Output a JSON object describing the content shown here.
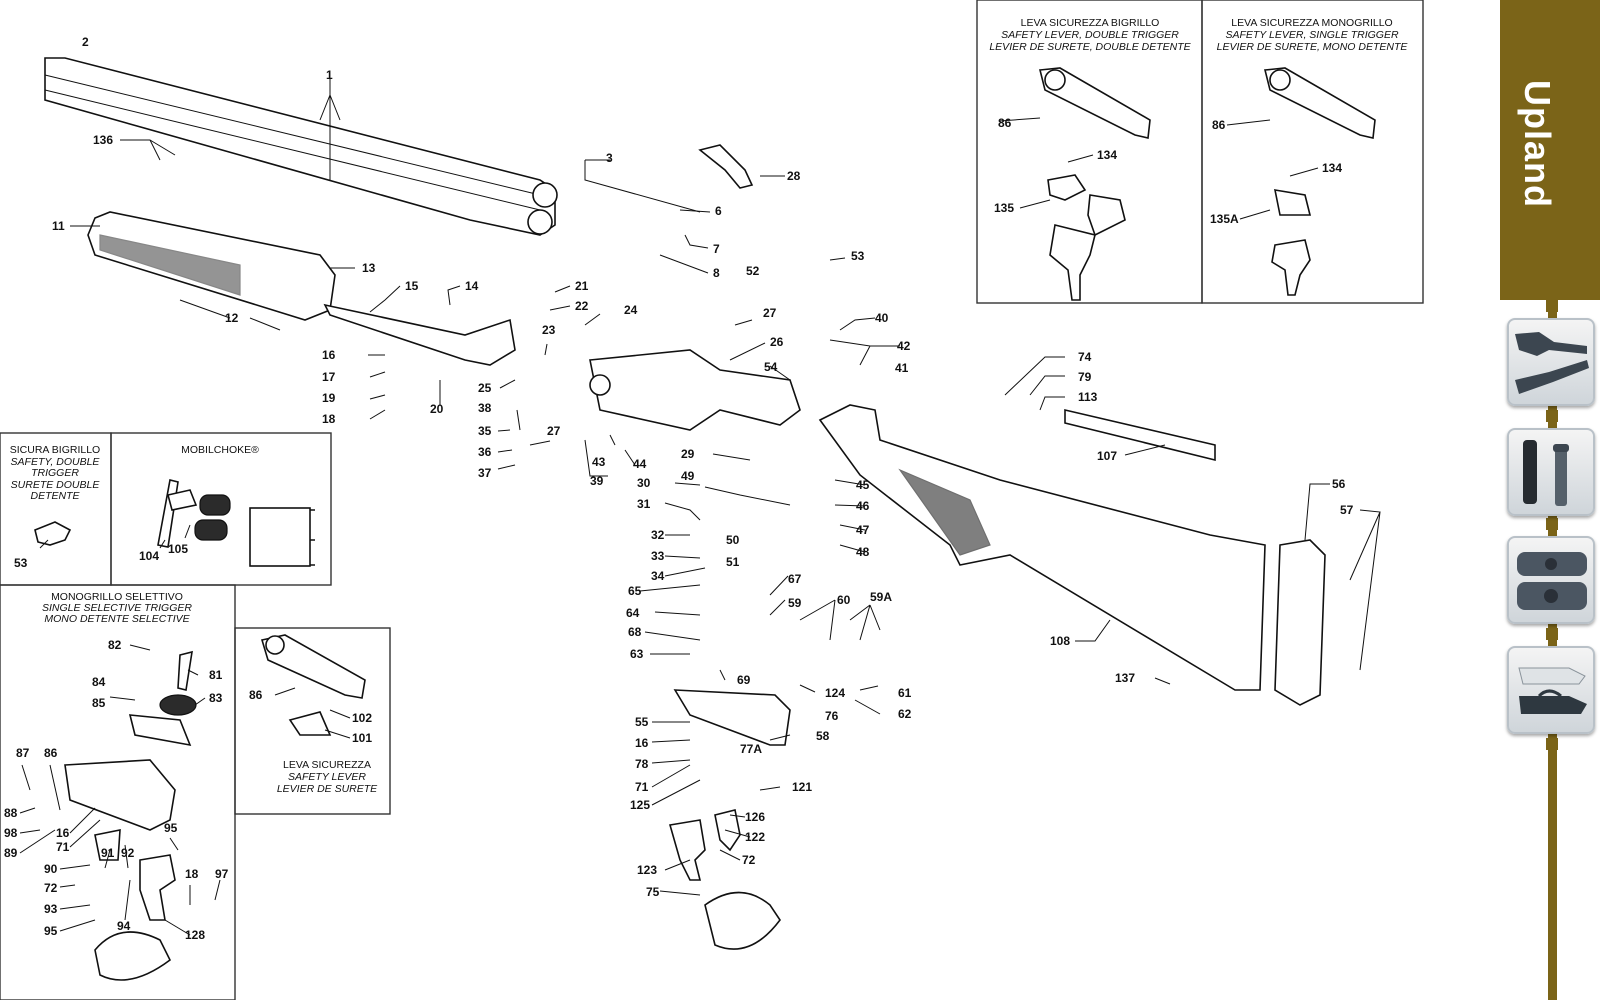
{
  "sidebar": {
    "title": "Upland",
    "accent_color": "#7b6418",
    "thumbnails": [
      {
        "icon": "stock-and-barrel-icon"
      },
      {
        "icon": "choke-tubes-icon"
      },
      {
        "icon": "gun-case-icon"
      },
      {
        "icon": "soft-gun-case-icon"
      }
    ]
  },
  "insets": {
    "safety_double": {
      "line1": "LEVA SICUREZZA BIGRILLO",
      "line2": "SAFETY LEVER, DOUBLE TRIGGER",
      "line3": "LEVIER DE SURETE, DOUBLE DETENTE"
    },
    "safety_single": {
      "line1": "LEVA SICUREZZA MONOGRILLO",
      "line2": "SAFETY LEVER, SINGLE TRIGGER",
      "line3": "LEVIER DE SURETE, MONO DETENTE"
    },
    "sicura": {
      "line1": "SICURA BIGRILLO",
      "line2": "SAFETY, DOUBLE",
      "line3": "TRIGGER",
      "line4": "SURETE DOUBLE",
      "line5": "DETENTE"
    },
    "mobilchoke": {
      "line1": "MOBILCHOKE®"
    },
    "monogrillo": {
      "line1": "MONOGRILLO SELETTIVO",
      "line2": "SINGLE SELECTIVE TRIGGER",
      "line3": "MONO DETENTE SELECTIVE"
    },
    "leva": {
      "line1": "LEVA SICUREZZA",
      "line2": "SAFETY LEVER",
      "line3": "LEVIER DE SURETE"
    }
  },
  "callouts": {
    "c1": "1",
    "c2": "2",
    "c3": "3",
    "c6": "6",
    "c7": "7",
    "c8": "8",
    "c11": "11",
    "c12": "12",
    "c13": "13",
    "c14": "14",
    "c15": "15",
    "c16": "16",
    "c17": "17",
    "c18": "18",
    "c19": "19",
    "c20": "20",
    "c21": "21",
    "c22": "22",
    "c23": "23",
    "c24": "24",
    "c25": "25",
    "c26": "26",
    "c27a": "27",
    "c27b": "27",
    "c28": "28",
    "c29": "29",
    "c30": "30",
    "c31": "31",
    "c32": "32",
    "c33": "33",
    "c34": "34",
    "c35": "35",
    "c36": "36",
    "c37": "37",
    "c38": "38",
    "c39": "39",
    "c40": "40",
    "c41": "41",
    "c42": "42",
    "c43": "43",
    "c44": "44",
    "c45": "45",
    "c46": "46",
    "c47": "47",
    "c48": "48",
    "c49": "49",
    "c50": "50",
    "c51": "51",
    "c52": "52",
    "c53": "53",
    "c54": "54",
    "c55": "55",
    "c56": "56",
    "c57": "57",
    "c58": "58",
    "c59": "59",
    "c59a": "59A",
    "c60": "60",
    "c61": "61",
    "c62": "62",
    "c63": "63",
    "c64": "64",
    "c65": "65",
    "c67": "67",
    "c68": "68",
    "c69": "69",
    "c71": "71",
    "c72": "72",
    "c74": "74",
    "c75": "75",
    "c76": "76",
    "c77a": "77A",
    "c78": "78",
    "c79": "79",
    "c107": "107",
    "c108": "108",
    "c113": "113",
    "c121": "121",
    "c122": "122",
    "c123": "123",
    "c124": "124",
    "c125": "125",
    "c126": "126",
    "c136": "136",
    "c137": "137",
    "c16b": "16",
    "r86": "86",
    "r134": "134",
    "r135": "135",
    "r86b": "86",
    "r134b": "134",
    "r135a": "135A",
    "s53": "53",
    "m104": "104",
    "m105": "105",
    "l86": "86",
    "l102": "102",
    "l101": "101",
    "n82": "82",
    "n81": "81",
    "n84": "84",
    "n85": "85",
    "n83": "83",
    "n87": "87",
    "n86": "86",
    "n88": "88",
    "n98": "98",
    "n89": "89",
    "n16": "16",
    "n71": "71",
    "n91": "91",
    "n92": "92",
    "n95": "95",
    "n90": "90",
    "n72": "72",
    "n18": "18",
    "n97": "97",
    "n93": "93",
    "n95b": "95",
    "n94": "94",
    "n128": "128"
  }
}
